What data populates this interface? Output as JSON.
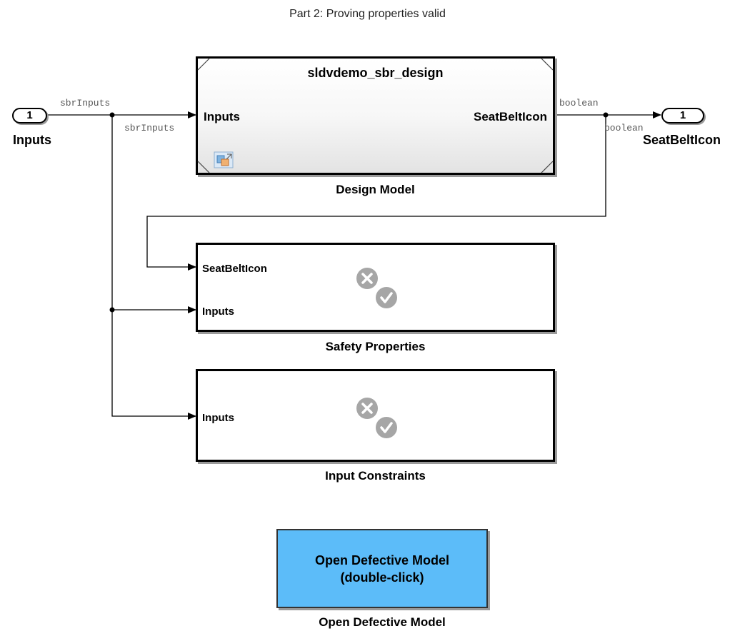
{
  "title": "Part 2: Proving properties valid",
  "inport": {
    "number": "1",
    "label": "Inputs",
    "signal_name": "sbrInputs"
  },
  "outport": {
    "number": "1",
    "label": "SeatBeltIcon",
    "signal_name": "boolean"
  },
  "design_model": {
    "model_name": "sldvdemo_sbr_design",
    "input_port": "Inputs",
    "output_port": "SeatBeltIcon",
    "input_signal": "sbrInputs",
    "output_signal": "boolean",
    "label": "Design Model",
    "icon": "model-reference-icon"
  },
  "safety_properties": {
    "ports": [
      "SeatBeltIcon",
      "Inputs"
    ],
    "label": "Safety Properties",
    "icon": "verification-subsystem-icon"
  },
  "input_constraints": {
    "ports": [
      "Inputs"
    ],
    "label": "Input Constraints",
    "icon": "verification-subsystem-icon"
  },
  "defective_model": {
    "line1": "Open Defective Model",
    "line2": "(double-click)",
    "label": "Open Defective Model",
    "color": "#5cbcf9"
  }
}
